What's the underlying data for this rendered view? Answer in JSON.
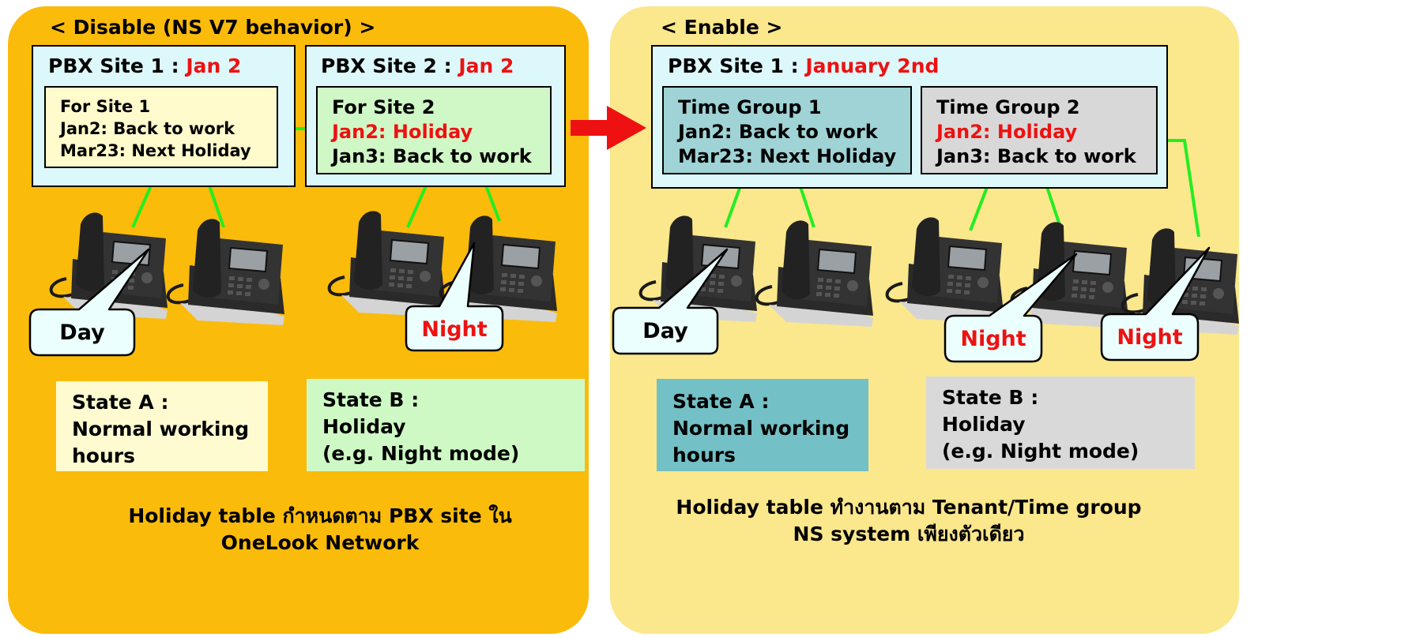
{
  "left": {
    "title": "< Disable (NS V7 behavior) >",
    "site1": {
      "header": "PBX Site 1 : ",
      "header_date": "Jan 2",
      "inner": [
        "For Site 1",
        "Jan2: Back to work",
        "Mar23: Next Holiday"
      ]
    },
    "site2": {
      "header": "PBX Site 2 : ",
      "header_date": "Jan 2",
      "inner_title": "For Site 2",
      "inner_red": "Jan2: Holiday",
      "inner_last": "Jan3: Back to work"
    },
    "bubble_day": "Day",
    "bubble_night": "Night",
    "state_a": [
      "State A :",
      "Normal working",
      "hours"
    ],
    "state_b": [
      "State B :",
      "Holiday",
      "(e.g. Night mode)"
    ],
    "footer": [
      "Holiday table กำหนดตาม PBX site ใน",
      "OneLook Network"
    ]
  },
  "right": {
    "title": "< Enable >",
    "site1": {
      "header": "PBX Site 1 : ",
      "header_date": "January 2nd"
    },
    "tg1": [
      "Time Group 1",
      "Jan2: Back to work",
      "Mar23: Next Holiday"
    ],
    "tg2": {
      "title": "Time Group 2",
      "red": "Jan2: Holiday",
      "last": "Jan3: Back to work"
    },
    "bubble_day": "Day",
    "bubble_night_1": "Night",
    "bubble_night_2": "Night",
    "state_a": [
      "State A :",
      "Normal working",
      "hours"
    ],
    "state_b": [
      "State B :",
      "Holiday",
      "(e.g. Night mode)"
    ],
    "footer": [
      "Holiday table ทำงานตาม Tenant/Time group",
      "NS system เพียงตัวเดียว"
    ]
  },
  "colors": {
    "left_panel": "#fbbb0a",
    "right_panel": "#fbe78c",
    "site_box": "#dcf8fb",
    "inner_yellow": "#fffbcc",
    "inner_green": "#d0f7c6",
    "tg1": "#9fd3d6",
    "tg2": "#d8d8d8",
    "state_a_left": "#fefbd0",
    "state_b_left": "#cef9c4",
    "state_a_right": "#73c0c6",
    "state_b_right": "#d9d9d9",
    "connector": "#22ee22",
    "accent_red": "#ee1111"
  },
  "icons": [
    "desk-phone-icon",
    "speech-bubble-icon",
    "right-arrow-icon"
  ]
}
